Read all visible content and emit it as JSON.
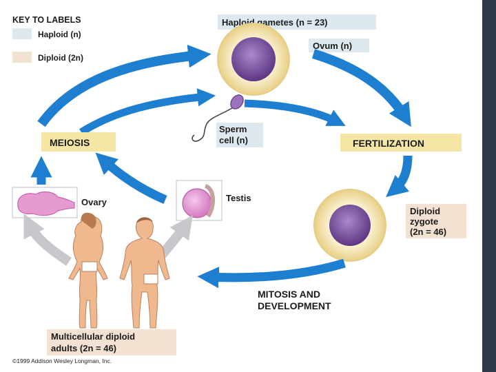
{
  "key": {
    "title": "KEY TO LABELS",
    "haploid": "Haploid (n)",
    "diploid": "Diploid (2n)"
  },
  "labels": {
    "haploid_gametes": "Haploid gametes (n = 23)",
    "ovum": "Ovum (n)",
    "meiosis": "MEIOSIS",
    "fertilization": "FERTILIZATION",
    "sperm_line1": "Sperm",
    "sperm_line2": "cell (n)",
    "testis": "Testis",
    "ovary": "Ovary",
    "zygote_line1": "Diploid",
    "zygote_line2": "zygote",
    "zygote_line3": "(2n = 46)",
    "mitosis_line1": "MITOSIS AND",
    "mitosis_line2": "DEVELOPMENT",
    "adults_line1": "Multicellular diploid",
    "adults_line2": "adults (2n = 46)",
    "copyright": "©1999 Addison Wesley Longman, Inc."
  },
  "colors": {
    "arrow": "#1e7fd0",
    "haploid_key": "#dde9ef",
    "diploid_key": "#f3e1d2",
    "label_box": "#f6e6a6",
    "cell_membrane": "#f1dfa4",
    "nucleus": "#7b4c9e",
    "ovary": "#e79ad0",
    "skin": "#f0b88f",
    "side_bar": "#2e3a4a"
  }
}
